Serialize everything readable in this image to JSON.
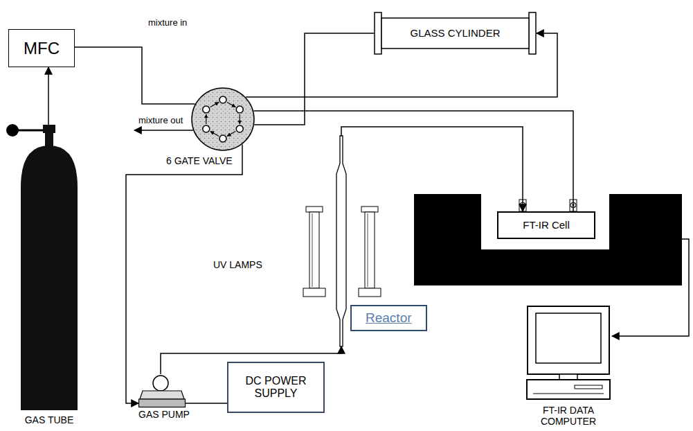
{
  "diagram": {
    "nodes": [
      {
        "text": [
          "MFC"
        ]
      },
      {
        "text": [
          "GLASS CYLINDER"
        ]
      },
      {
        "text": [
          "6 GATE VALVE"
        ]
      },
      {
        "text": [
          "FT-IR Cell"
        ]
      },
      {
        "text": [
          "Reactor"
        ]
      },
      {
        "text": [
          "GAS TUBE"
        ]
      },
      {
        "text": [
          "GAS PUMP"
        ]
      },
      {
        "text": [
          "DC POWER SUPPLY"
        ]
      },
      {
        "text": [
          "FT-IR DATA COMPUTER"
        ]
      }
    ],
    "edges": [
      {
        "from": 5,
        "to": 0,
        "arrow": "to"
      },
      {
        "from": 0,
        "to": 2,
        "label": "mixture in",
        "arrow": "none"
      },
      {
        "from": 2,
        "to": 1,
        "arrow": "to"
      },
      {
        "from": 1,
        "to": 2,
        "arrow": "none"
      },
      {
        "from": 2,
        "to": 6,
        "arrow": "to"
      },
      {
        "from": 6,
        "to": 4,
        "arrow": "to"
      },
      {
        "from": 4,
        "to": 3,
        "arrow": "to"
      },
      {
        "from": 3,
        "to": 2,
        "arrow": "none"
      },
      {
        "from": 7,
        "to": 6,
        "arrow": "none"
      }
    ],
    "labels": [
      "mixture out",
      "UV LAMPS"
    ]
  }
}
